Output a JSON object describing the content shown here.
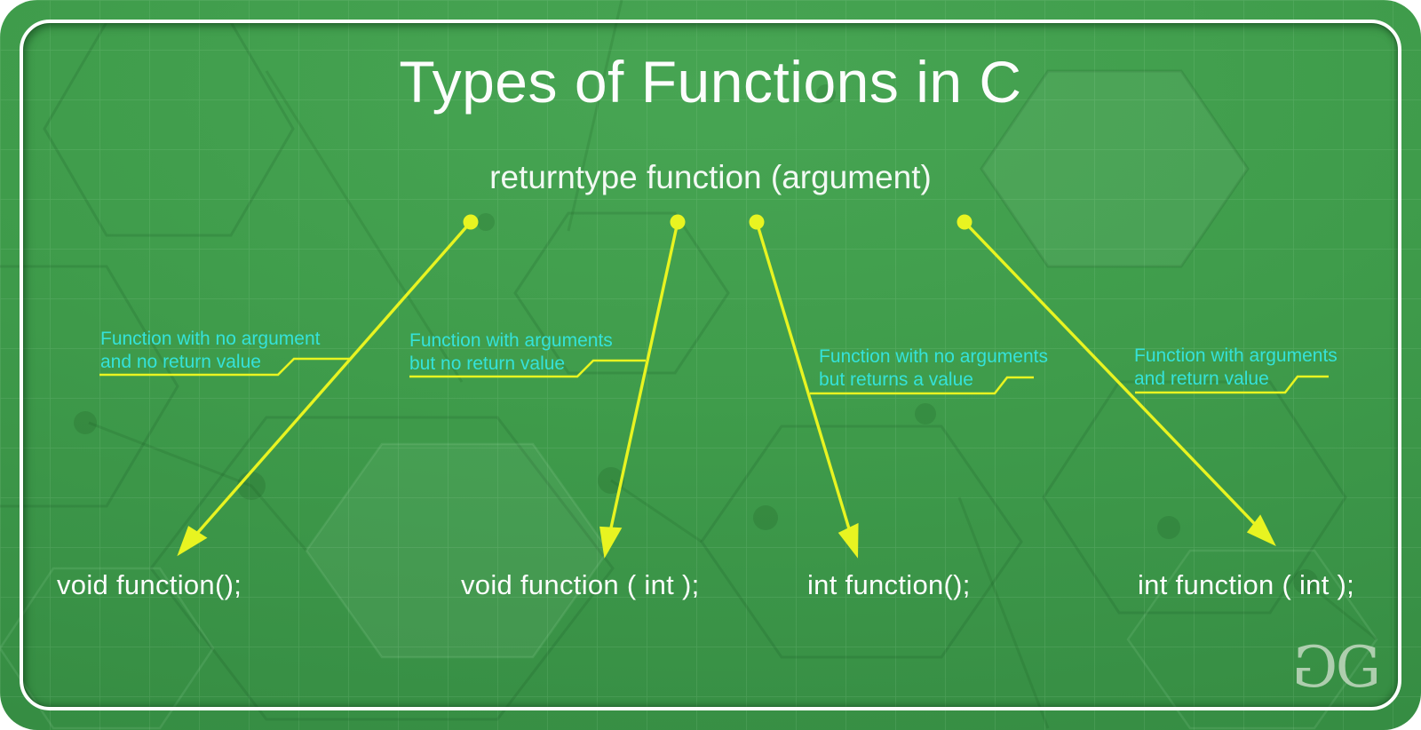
{
  "title": "Types of Functions in C",
  "signature": "returntype function (argument)",
  "annotations": [
    {
      "line1": "Function with no argument",
      "line2": "and no return value"
    },
    {
      "line1": "Function with arguments",
      "line2": "but no return value"
    },
    {
      "line1": "Function with no arguments",
      "line2": "but returns a value"
    },
    {
      "line1": "Function with arguments",
      "line2": "and return value"
    }
  ],
  "code_examples": [
    "void function();",
    "void function ( int );",
    "int function();",
    "int function ( int );"
  ],
  "connections": [
    {
      "from": "signature",
      "annotation": 0,
      "to_code": 0
    },
    {
      "from": "signature",
      "annotation": 1,
      "to_code": 1
    },
    {
      "from": "signature",
      "annotation": 2,
      "to_code": 2
    },
    {
      "from": "signature",
      "annotation": 3,
      "to_code": 3
    }
  ],
  "logo": {
    "left_glyph": "G",
    "right_glyph": "G"
  },
  "colors": {
    "background_green": "#3f9c4b",
    "accent_yellow": "#e8f421",
    "label_cyan": "#35e2d9",
    "text_white": "#fcfdfc",
    "logo_pale": "#c3d9c1",
    "frame_white": "#fdfefd"
  }
}
